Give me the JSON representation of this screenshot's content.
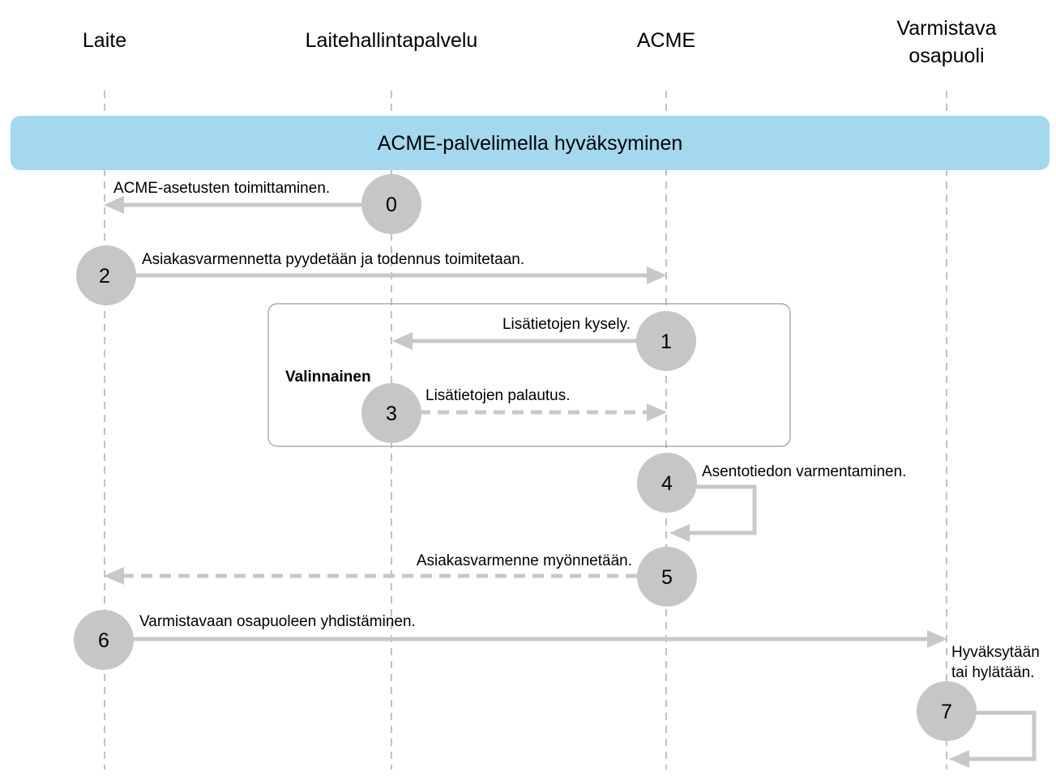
{
  "lanes": {
    "device": "Laite",
    "mdm": "Laitehallintapalvelu",
    "acme": "ACME",
    "relying_party_line1": "Varmistava",
    "relying_party_line2": "osapuoli"
  },
  "banner": {
    "label": "ACME-palvelimella hyväksyminen"
  },
  "optional_box": {
    "label": "Valinnainen"
  },
  "steps": [
    {
      "number": "0",
      "message": "ACME-asetusten toimittaminen."
    },
    {
      "number": "2",
      "message": "Asiakasvarmennetta pyydetään ja todennus toimitetaan."
    },
    {
      "number": "1",
      "message": "Lisätietojen kysely."
    },
    {
      "number": "3",
      "message": "Lisätietojen palautus."
    },
    {
      "number": "4",
      "message": "Asentotiedon varmentaminen."
    },
    {
      "number": "5",
      "message": "Asiakasvarmenne myönnetään."
    },
    {
      "number": "6",
      "message": "Varmistavaan osapuoleen yhdistäminen."
    },
    {
      "number": "7",
      "message_line1": "Hyväksytään",
      "message_line2": "tai hylätään."
    }
  ],
  "colors": {
    "banner_fill": "#a3d8ef",
    "step_circle": "#c6c6c6",
    "arrow": "#c8c8c8",
    "lifeline": "#9a9a9a",
    "box_border": "#9a9a9a"
  }
}
